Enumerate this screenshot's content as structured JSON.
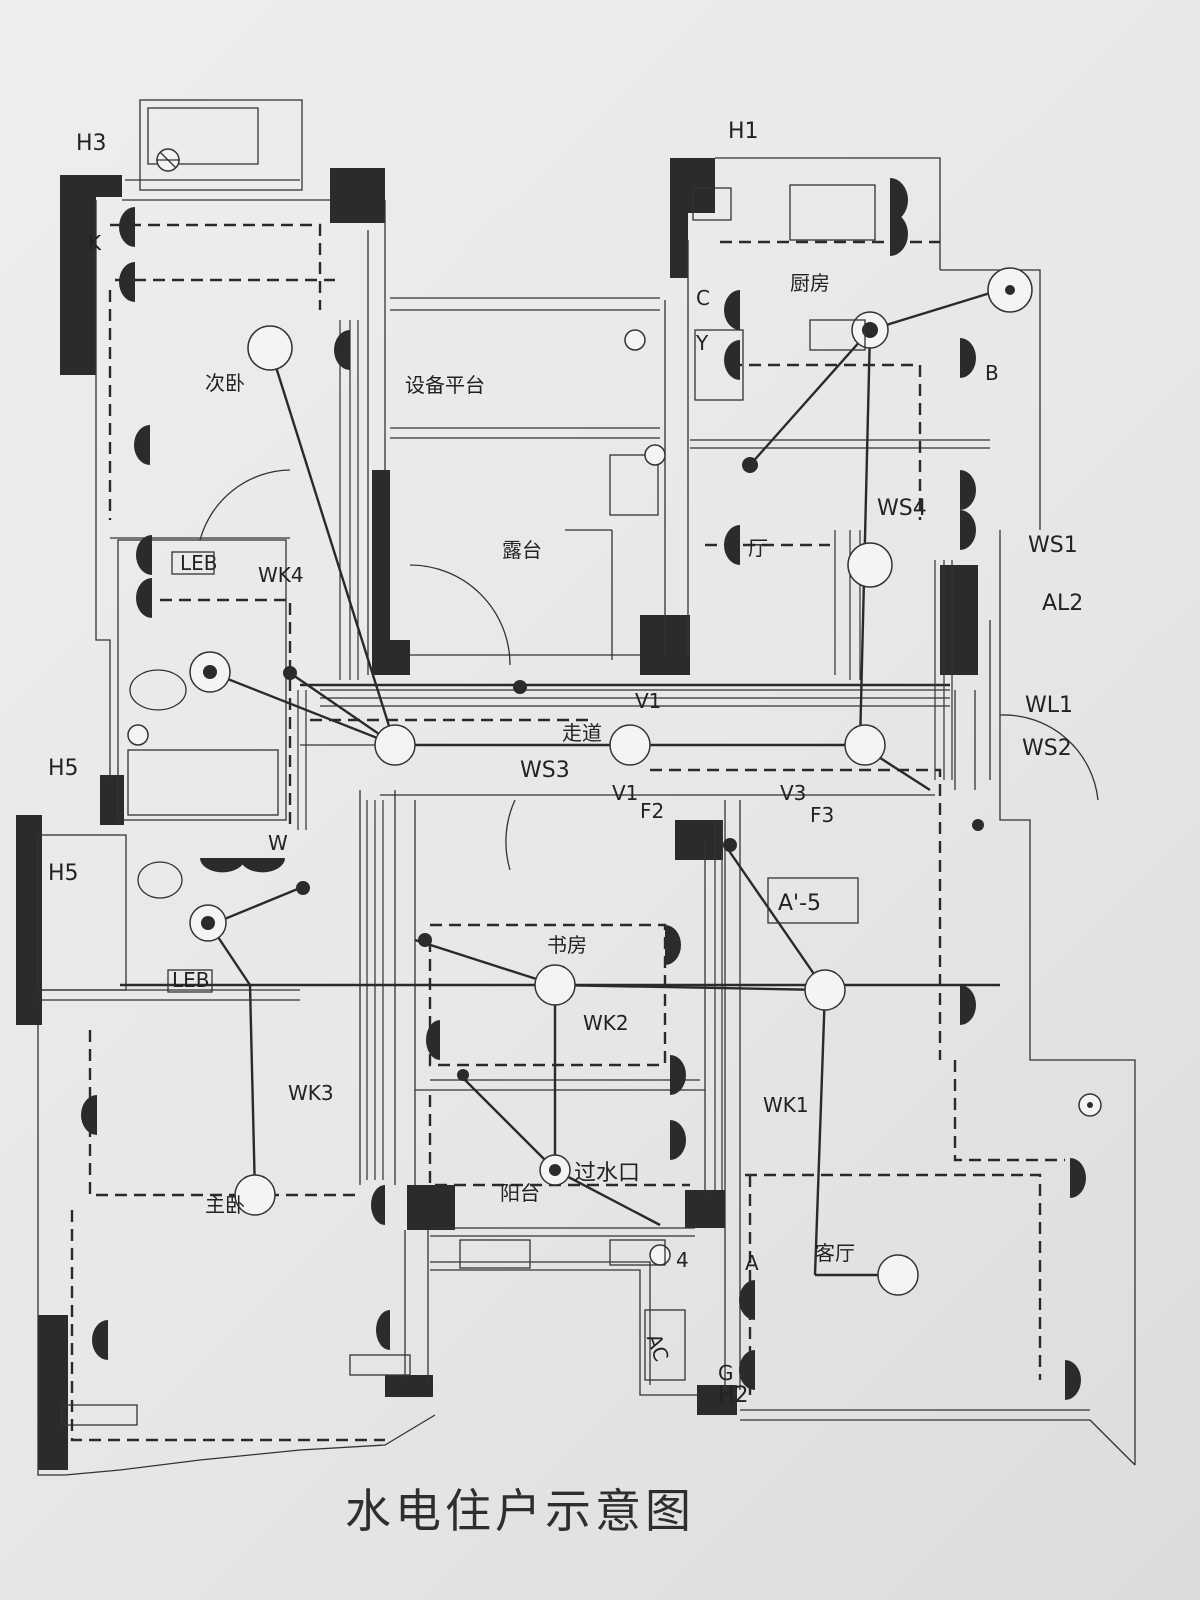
{
  "drawing": {
    "title": "水电住户示意图",
    "rooms": {
      "second_bedroom": "次卧",
      "equipment_platform": "设备平台",
      "terrace": "露台",
      "kitchen": "厨房",
      "dining": "厅",
      "corridor": "走道",
      "study": "书房",
      "balcony": "阳台",
      "master_bedroom": "主卧",
      "living_room": "客厅"
    },
    "circuit_labels": {
      "H1": "H1",
      "H2": "H2",
      "H3": "H3",
      "H4": "4",
      "H5_upper": "H5",
      "H5_lower": "H5",
      "WK1": "WK1",
      "WK2": "WK2",
      "WK3": "WK3",
      "WK4": "WK4",
      "WS1": "WS1",
      "WS2": "WS2",
      "WS3": "WS3",
      "WS4": "WS4",
      "WL1": "WL1",
      "AL2": "AL2",
      "V1_a": "V1",
      "V1_b": "V1",
      "V3": "V3",
      "F2": "F2",
      "F3": "F3",
      "LEB_upper": "LEB",
      "LEB_lower": "LEB",
      "AC": "AC",
      "A5": "A'-5",
      "drop_point": "过水口"
    },
    "small_marks": {
      "K": "K",
      "C": "C",
      "Y": "Y",
      "B": "B",
      "G": "G",
      "A": "A",
      "W": "W"
    }
  },
  "colors": {
    "paper": "#e9e9e7",
    "ink": "#2b2b2b"
  }
}
